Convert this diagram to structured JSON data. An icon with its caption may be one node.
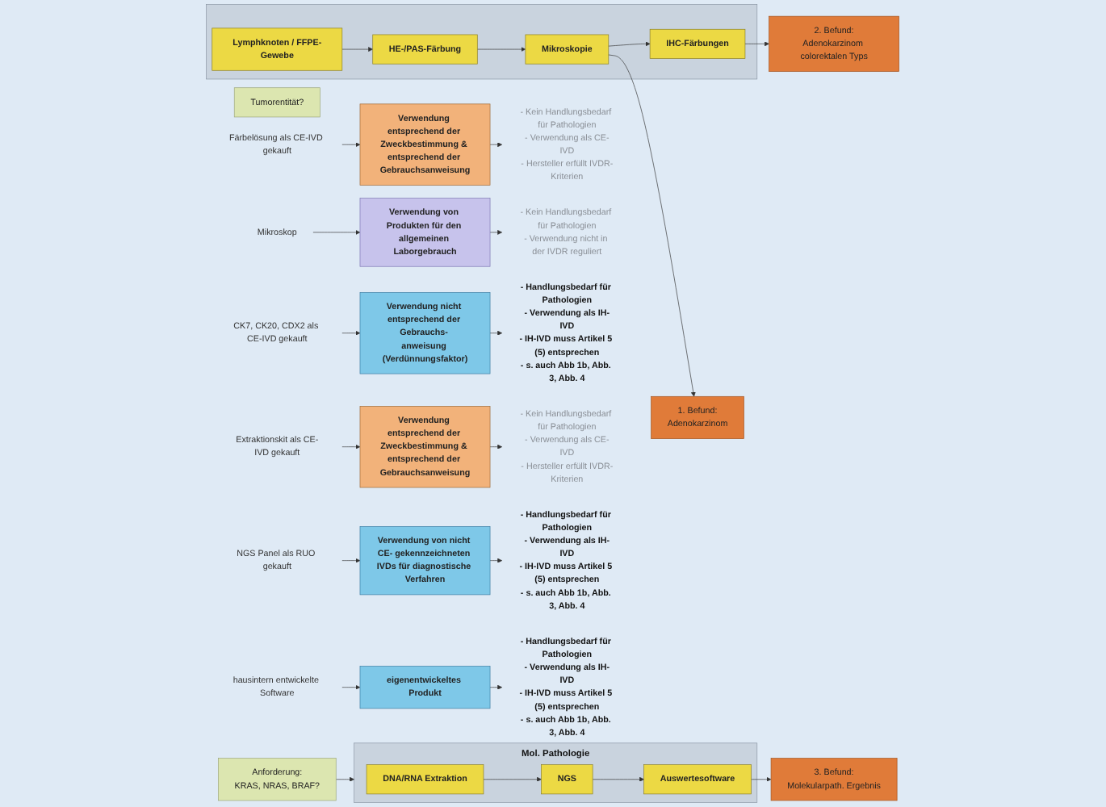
{
  "diagram": {
    "nodes": [
      {
        "text": [
          "Tumorentität?"
        ]
      },
      {
        "text": [],
        "shape": "box"
      },
      {
        "text": [
          "Lymphknoten / FFPE-Gewebe"
        ],
        "in": 1
      },
      {
        "text": [
          "HE-/PAS-Färbung"
        ],
        "in": 1
      },
      {
        "text": [
          "Mikroskopie"
        ],
        "in": 1
      },
      {
        "text": [
          "IHC-Färbungen"
        ],
        "in": 1
      },
      {
        "text": [
          "1. Befund:",
          "Adenokarzinom"
        ]
      },
      {
        "text": [
          "2. Befund:",
          "Adenokarzinom colorektalen Typs"
        ]
      },
      {
        "text": [
          "Färbelösung als CE-IVD gekauft"
        ]
      },
      {
        "text": [
          "Verwendung entsprechend der Zweckbestimmung & entsprechend der Gebrauchsanweisung"
        ]
      },
      {
        "text": [
          "- Kein Handlungsbedarf für Pathologien",
          "- Verwendung als CE-IVD",
          "- Hersteller erfüllt IVDR-Kriterien"
        ]
      },
      {
        "text": [
          "Mikroskop"
        ]
      },
      {
        "text": [
          "Verwendung von Produkten für den allgemeinen Laborgebrauch"
        ]
      },
      {
        "text": [
          "- Kein Handlungsbedarf für Pathologien",
          "- Verwendung nicht in der IVDR reguliert"
        ]
      },
      {
        "text": [
          "CK7, CK20, CDX2 als CE-IVD gekauft"
        ]
      },
      {
        "text": [
          "Verwendung nicht entsprechend der Gebrauchs- anweisung (Verdünnungsfaktor)"
        ]
      },
      {
        "text": [
          "- Handlungsbedarf für Pathologien",
          "- Verwendung als IH-IVD",
          "- IH-IVD muss Artikel 5 (5) entsprechen",
          "- s. auch Abb 1b, Abb. 3, Abb. 4"
        ]
      },
      {
        "text": [
          "Anforderung:",
          "KRAS, NRAS, BRAF?"
        ]
      },
      {
        "text": [
          "Mol. Pathologie"
        ]
      },
      {
        "text": [
          "DNA/RNA Extraktion"
        ],
        "in": 18
      },
      {
        "text": [
          "NGS"
        ],
        "in": 18
      },
      {
        "text": [
          "Auswertesoftware"
        ],
        "in": 18
      },
      {
        "text": [
          "3. Befund:",
          "Molekularpath. Ergebnis"
        ]
      },
      {
        "text": [
          "Extraktionskit als CE-IVD gekauft"
        ]
      },
      {
        "text": [
          "Verwendung entsprechend der Zweckbestimmung & entsprechend der Gebrauchsanweisung"
        ]
      },
      {
        "text": [
          "- Kein Handlungsbedarf für Pathologien",
          "- Verwendung als CE-IVD",
          "- Hersteller erfüllt IVDR-Kriterien"
        ]
      },
      {
        "text": [
          "NGS Panel als RUO gekauft"
        ]
      },
      {
        "text": [
          "Verwendung von nicht CE- gekennzeichneten IVDs für diagnostische Verfahren"
        ]
      },
      {
        "text": [
          "- Handlungsbedarf für Pathologien",
          "- Verwendung als IH-IVD",
          "- IH-IVD muss Artikel 5 (5) entsprechen",
          "- s. auch Abb 1b, Abb. 3, Abb. 4"
        ]
      },
      {
        "text": [
          "hausintern entwickelte Software"
        ]
      },
      {
        "text": [
          "eigenentwickeltes Produkt"
        ]
      },
      {
        "text": [
          "- Handlungsbedarf für Pathologien",
          "- Verwendung als IH-IVD",
          "- IH-IVD muss Artikel 5 (5) entsprechen",
          "- s. auch Abb 1b, Abb. 3, Abb. 4"
        ]
      }
    ],
    "edges": [
      {
        "from": 2,
        "to": 3,
        "arrow": "to"
      },
      {
        "from": 3,
        "to": 4,
        "arrow": "to"
      },
      {
        "from": 4,
        "to": 5,
        "arrow": "to"
      },
      {
        "from": 4,
        "to": 6,
        "arrow": "to"
      },
      {
        "from": 5,
        "to": 7,
        "arrow": "to"
      },
      {
        "from": 8,
        "to": 9,
        "arrow": "to"
      },
      {
        "from": 9,
        "to": 10,
        "arrow": "to"
      },
      {
        "from": 11,
        "to": 12,
        "arrow": "to"
      },
      {
        "from": 12,
        "to": 13,
        "arrow": "to"
      },
      {
        "from": 14,
        "to": 15,
        "arrow": "to"
      },
      {
        "from": 15,
        "to": 16,
        "arrow": "to"
      },
      {
        "from": 17,
        "to": 18,
        "arrow": "to"
      },
      {
        "from": 19,
        "to": 20,
        "arrow": "to"
      },
      {
        "from": 20,
        "to": 21,
        "arrow": "to"
      },
      {
        "from": 21,
        "to": 22,
        "arrow": "to"
      },
      {
        "from": 23,
        "to": 24,
        "arrow": "to"
      },
      {
        "from": 24,
        "to": 25,
        "arrow": "to"
      },
      {
        "from": 26,
        "to": 27,
        "arrow": "to"
      },
      {
        "from": 27,
        "to": 28,
        "arrow": "to"
      },
      {
        "from": 29,
        "to": 30,
        "arrow": "to"
      },
      {
        "from": 30,
        "to": 31,
        "arrow": "to"
      }
    ]
  }
}
